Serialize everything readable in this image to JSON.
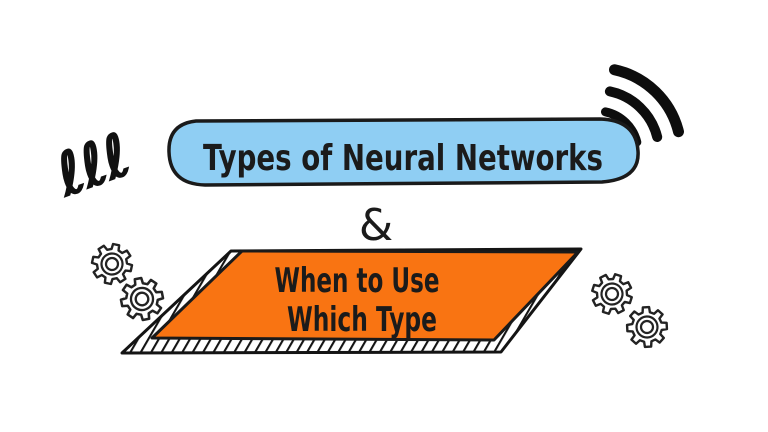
{
  "colors": {
    "background": "#ffffff",
    "banner_blue": "#8FCEF3",
    "banner_orange": "#F97412",
    "ink": "#1b1b1b"
  },
  "title_banner": {
    "label": "Types of Neural Networks"
  },
  "connector": {
    "label": "&"
  },
  "subtitle_banner": {
    "line1": "When to Use",
    "line2": "Which Type"
  },
  "decorations": {
    "scribble_glyphs": "ℓℓℓ",
    "icons": [
      "loop-scribble-icon",
      "signal-waves-icon",
      "gear-icon",
      "gear-icon",
      "gear-icon",
      "gear-icon"
    ]
  }
}
